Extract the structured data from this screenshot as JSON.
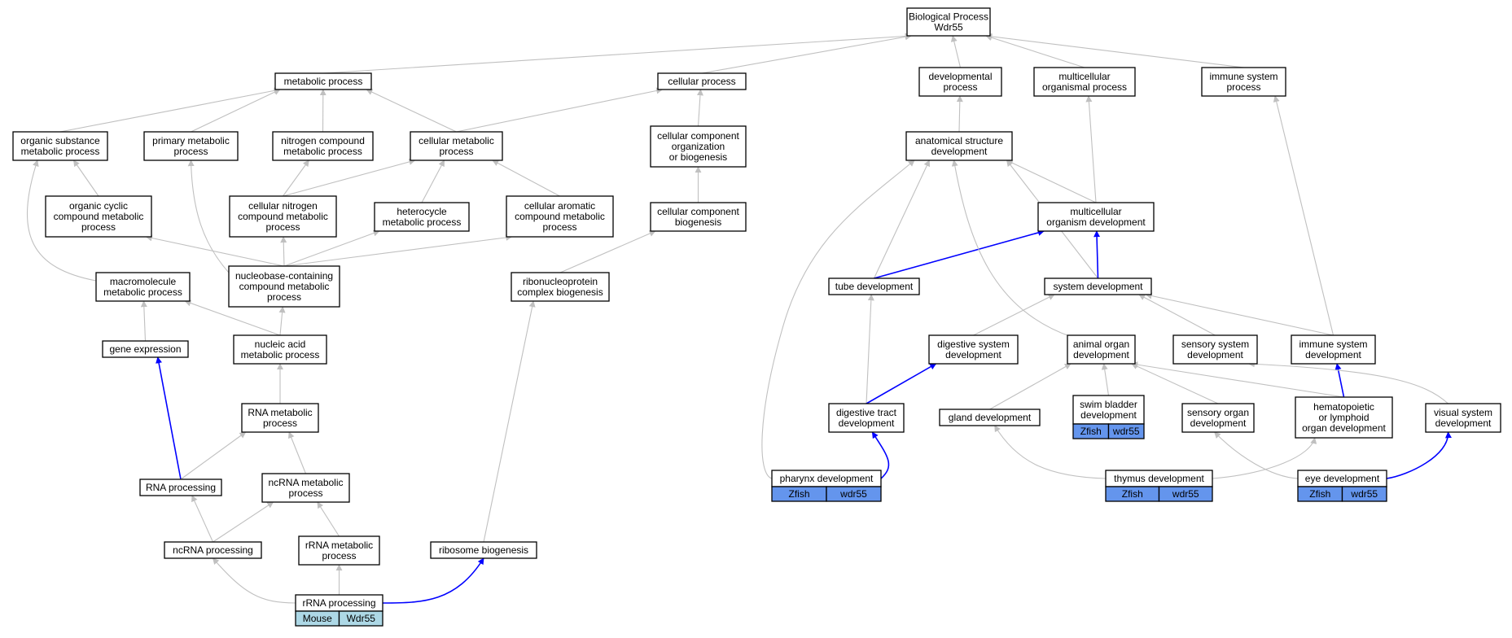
{
  "colors": {
    "edge_gray": "#c0c0c0",
    "edge_blue": "#0000ff",
    "node_border": "#000000",
    "node_fill": "#ffffff",
    "mouse_annotation_fill": "#add8e6",
    "zfish_annotation_fill": "#6495ed"
  },
  "nodes": [
    {
      "id": "bp",
      "lines": [
        "Biological Process",
        "Wdr55"
      ]
    },
    {
      "id": "metabolic",
      "lines": [
        "metabolic process"
      ]
    },
    {
      "id": "cellular",
      "lines": [
        "cellular process"
      ]
    },
    {
      "id": "devproc",
      "lines": [
        "developmental",
        "process"
      ]
    },
    {
      "id": "multiorg",
      "lines": [
        "multicellular",
        "organismal process"
      ]
    },
    {
      "id": "immuneproc",
      "lines": [
        "immune system",
        "process"
      ]
    },
    {
      "id": "orgsub",
      "lines": [
        "organic substance",
        "metabolic process"
      ]
    },
    {
      "id": "primary",
      "lines": [
        "primary metabolic",
        "process"
      ]
    },
    {
      "id": "nitrogen",
      "lines": [
        "nitrogen compound",
        "metabolic process"
      ]
    },
    {
      "id": "cellmet",
      "lines": [
        "cellular metabolic",
        "process"
      ]
    },
    {
      "id": "ccorg",
      "lines": [
        "cellular component",
        "organization",
        "or biogenesis"
      ]
    },
    {
      "id": "anatomical",
      "lines": [
        "anatomical structure",
        "development"
      ]
    },
    {
      "id": "orgcyclic",
      "lines": [
        "organic cyclic",
        "compound metabolic",
        "process"
      ]
    },
    {
      "id": "cellnitro",
      "lines": [
        "cellular nitrogen",
        "compound metabolic",
        "process"
      ]
    },
    {
      "id": "heterocycle",
      "lines": [
        "heterocycle",
        "metabolic process"
      ]
    },
    {
      "id": "cellarom",
      "lines": [
        "cellular aromatic",
        "compound metabolic",
        "process"
      ]
    },
    {
      "id": "ccbio",
      "lines": [
        "cellular component",
        "biogenesis"
      ]
    },
    {
      "id": "multidev",
      "lines": [
        "multicellular",
        "organism development"
      ]
    },
    {
      "id": "macro",
      "lines": [
        "macromolecule",
        "metabolic process"
      ]
    },
    {
      "id": "nucleobase",
      "lines": [
        "nucleobase-containing",
        "compound metabolic",
        "process"
      ]
    },
    {
      "id": "rnpbio",
      "lines": [
        "ribonucleoprotein",
        "complex biogenesis"
      ]
    },
    {
      "id": "tube",
      "lines": [
        "tube development"
      ]
    },
    {
      "id": "system",
      "lines": [
        "system development"
      ]
    },
    {
      "id": "geneexp",
      "lines": [
        "gene expression"
      ]
    },
    {
      "id": "nucleic",
      "lines": [
        "nucleic acid",
        "metabolic process"
      ]
    },
    {
      "id": "digsys",
      "lines": [
        "digestive system",
        "development"
      ]
    },
    {
      "id": "animalorgan",
      "lines": [
        "animal organ",
        "development"
      ]
    },
    {
      "id": "sensorysys",
      "lines": [
        "sensory system",
        "development"
      ]
    },
    {
      "id": "immunedev",
      "lines": [
        "immune system",
        "development"
      ]
    },
    {
      "id": "rnamet",
      "lines": [
        "RNA metabolic",
        "process"
      ]
    },
    {
      "id": "digtract",
      "lines": [
        "digestive tract",
        "development"
      ]
    },
    {
      "id": "gland",
      "lines": [
        "gland development"
      ]
    },
    {
      "id": "swim",
      "lines": [
        "swim bladder",
        "development"
      ],
      "annotation": [
        "Zfish",
        "wdr55"
      ]
    },
    {
      "id": "sensoryorgan",
      "lines": [
        "sensory organ",
        "development"
      ]
    },
    {
      "id": "hemato",
      "lines": [
        "hematopoietic",
        "or lymphoid",
        "organ development"
      ]
    },
    {
      "id": "visual",
      "lines": [
        "visual system",
        "development"
      ]
    },
    {
      "id": "rnaproc",
      "lines": [
        "RNA processing"
      ]
    },
    {
      "id": "ncrnamet",
      "lines": [
        "ncRNA metabolic",
        "process"
      ]
    },
    {
      "id": "pharynx",
      "lines": [
        "pharynx development"
      ],
      "annotation": [
        "Zfish",
        "wdr55"
      ]
    },
    {
      "id": "thymus",
      "lines": [
        "thymus development"
      ],
      "annotation": [
        "Zfish",
        "wdr55"
      ]
    },
    {
      "id": "eye",
      "lines": [
        "eye development"
      ],
      "annotation": [
        "Zfish",
        "wdr55"
      ]
    },
    {
      "id": "ncrnaproc",
      "lines": [
        "ncRNA processing"
      ]
    },
    {
      "id": "rrnamet",
      "lines": [
        "rRNA metabolic",
        "process"
      ]
    },
    {
      "id": "ribosome",
      "lines": [
        "ribosome biogenesis"
      ]
    },
    {
      "id": "rrnaproc",
      "lines": [
        "rRNA processing"
      ],
      "annotation": [
        "Mouse",
        "Wdr55"
      ]
    }
  ],
  "edges": [
    {
      "from": "metabolic",
      "to": "bp",
      "color": "gray"
    },
    {
      "from": "cellular",
      "to": "bp",
      "color": "gray"
    },
    {
      "from": "devproc",
      "to": "bp",
      "color": "gray"
    },
    {
      "from": "multiorg",
      "to": "bp",
      "color": "gray"
    },
    {
      "from": "immuneproc",
      "to": "bp",
      "color": "gray"
    },
    {
      "from": "orgsub",
      "to": "metabolic",
      "color": "gray"
    },
    {
      "from": "primary",
      "to": "metabolic",
      "color": "gray"
    },
    {
      "from": "nitrogen",
      "to": "metabolic",
      "color": "gray"
    },
    {
      "from": "cellmet",
      "to": "metabolic",
      "color": "gray"
    },
    {
      "from": "cellmet",
      "to": "cellular",
      "color": "gray"
    },
    {
      "from": "ccorg",
      "to": "cellular",
      "color": "gray"
    },
    {
      "from": "anatomical",
      "to": "devproc",
      "color": "gray"
    },
    {
      "from": "multidev",
      "to": "multiorg",
      "color": "gray"
    },
    {
      "from": "orgcyclic",
      "to": "orgsub",
      "color": "gray"
    },
    {
      "from": "cellnitro",
      "to": "nitrogen",
      "color": "gray"
    },
    {
      "from": "cellnitro",
      "to": "cellmet",
      "color": "gray"
    },
    {
      "from": "heterocycle",
      "to": "cellmet",
      "color": "gray"
    },
    {
      "from": "cellarom",
      "to": "cellmet",
      "color": "gray"
    },
    {
      "from": "ccbio",
      "to": "ccorg",
      "color": "gray"
    },
    {
      "from": "multidev",
      "to": "anatomical",
      "color": "gray"
    },
    {
      "from": "macro",
      "to": "orgsub",
      "color": "gray"
    },
    {
      "from": "nucleobase",
      "to": "orgcyclic",
      "color": "gray"
    },
    {
      "from": "nucleobase",
      "to": "primary",
      "color": "gray"
    },
    {
      "from": "nucleobase",
      "to": "cellnitro",
      "color": "gray"
    },
    {
      "from": "nucleobase",
      "to": "heterocycle",
      "color": "gray"
    },
    {
      "from": "nucleobase",
      "to": "cellarom",
      "color": "gray"
    },
    {
      "from": "rnpbio",
      "to": "ccbio",
      "color": "gray"
    },
    {
      "from": "tube",
      "to": "anatomical",
      "color": "gray"
    },
    {
      "from": "tube",
      "to": "multidev",
      "color": "blue"
    },
    {
      "from": "system",
      "to": "anatomical",
      "color": "gray"
    },
    {
      "from": "system",
      "to": "multidev",
      "color": "blue"
    },
    {
      "from": "immunedev",
      "to": "immuneproc",
      "color": "gray"
    },
    {
      "from": "geneexp",
      "to": "macro",
      "color": "gray"
    },
    {
      "from": "nucleic",
      "to": "macro",
      "color": "gray"
    },
    {
      "from": "nucleic",
      "to": "nucleobase",
      "color": "gray"
    },
    {
      "from": "digsys",
      "to": "system",
      "color": "gray"
    },
    {
      "from": "animalorgan",
      "to": "anatomical",
      "color": "gray"
    },
    {
      "from": "sensorysys",
      "to": "system",
      "color": "gray"
    },
    {
      "from": "immunedev",
      "to": "system",
      "color": "gray"
    },
    {
      "from": "rnamet",
      "to": "nucleic",
      "color": "gray"
    },
    {
      "from": "digtract",
      "to": "tube",
      "color": "gray"
    },
    {
      "from": "digtract",
      "to": "digsys",
      "color": "blue"
    },
    {
      "from": "gland",
      "to": "animalorgan",
      "color": "gray"
    },
    {
      "from": "swim",
      "to": "animalorgan",
      "color": "gray"
    },
    {
      "from": "sensoryorgan",
      "to": "animalorgan",
      "color": "gray"
    },
    {
      "from": "hemato",
      "to": "animalorgan",
      "color": "gray"
    },
    {
      "from": "hemato",
      "to": "immunedev",
      "color": "blue"
    },
    {
      "from": "visual",
      "to": "sensorysys",
      "color": "gray"
    },
    {
      "from": "rnaproc",
      "to": "geneexp",
      "color": "blue"
    },
    {
      "from": "rnaproc",
      "to": "rnamet",
      "color": "gray"
    },
    {
      "from": "ncrnamet",
      "to": "rnamet",
      "color": "gray"
    },
    {
      "from": "pharynx",
      "to": "anatomical",
      "color": "gray"
    },
    {
      "from": "pharynx",
      "to": "digtract",
      "color": "blue"
    },
    {
      "from": "thymus",
      "to": "gland",
      "color": "gray"
    },
    {
      "from": "thymus",
      "to": "hemato",
      "color": "gray"
    },
    {
      "from": "eye",
      "to": "sensoryorgan",
      "color": "gray"
    },
    {
      "from": "eye",
      "to": "visual",
      "color": "blue"
    },
    {
      "from": "ncrnaproc",
      "to": "rnaproc",
      "color": "gray"
    },
    {
      "from": "ncrnaproc",
      "to": "ncrnamet",
      "color": "gray"
    },
    {
      "from": "rrnamet",
      "to": "ncrnamet",
      "color": "gray"
    },
    {
      "from": "ribosome",
      "to": "rnpbio",
      "color": "gray"
    },
    {
      "from": "rrnaproc",
      "to": "ncrnaproc",
      "color": "gray"
    },
    {
      "from": "rrnaproc",
      "to": "rrnamet",
      "color": "gray"
    },
    {
      "from": "rrnaproc",
      "to": "ribosome",
      "color": "blue"
    }
  ]
}
